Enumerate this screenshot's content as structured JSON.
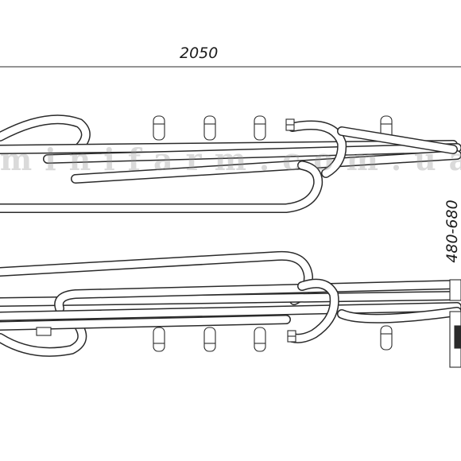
{
  "dimensions": {
    "width_label": "2050",
    "height_label": "480-680"
  },
  "watermark": {
    "text": "minifarm.com.ua"
  },
  "colors": {
    "line": "#2a2a2a",
    "tube_fill": "#ffffff",
    "watermark": "#969696"
  }
}
